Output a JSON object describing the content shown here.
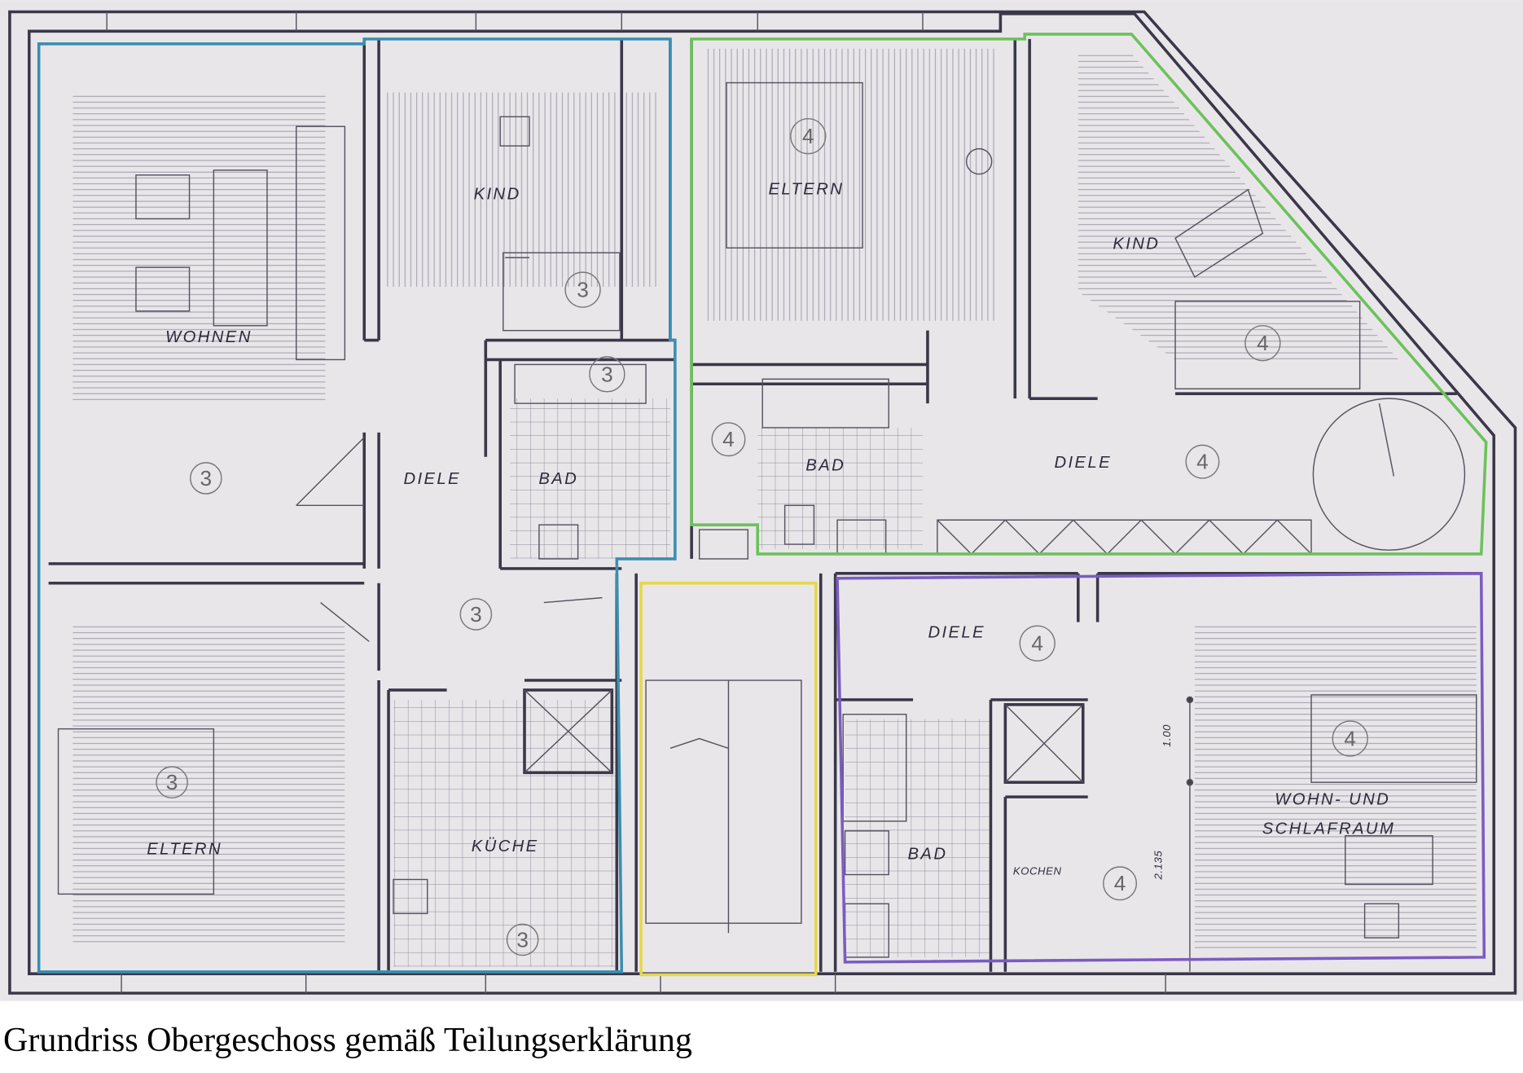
{
  "caption": "Grundriss Obergeschoss gemäß Teilungserklärung",
  "unit_colors": {
    "unit_3": "#3a8fb0",
    "unit_4_top": "#6cc25a",
    "staircase": "#e6d84a",
    "unit_4_bottom": "#7a5cc0"
  },
  "rooms": {
    "wohnen": "WOHNEN",
    "kind_3": "KIND",
    "eltern_4": "ELTERN",
    "kind_4": "KIND",
    "diele_3": "DIELE",
    "bad_3": "BAD",
    "bad_4_top": "BAD",
    "diele_4_top": "DIELE",
    "diele_4_bottom": "DIELE",
    "eltern_3": "ELTERN",
    "kueche": "KÜCHE",
    "bad_4_bottom": "BAD",
    "kochen": "KOCHEN",
    "wohn_und": "WOHN- UND",
    "schlafraum": "SCHLAFRAUM"
  },
  "unit_numbers": {
    "three": "3",
    "four": "4"
  },
  "dimensions": {
    "d1": "1.00",
    "d2": "2.135"
  }
}
